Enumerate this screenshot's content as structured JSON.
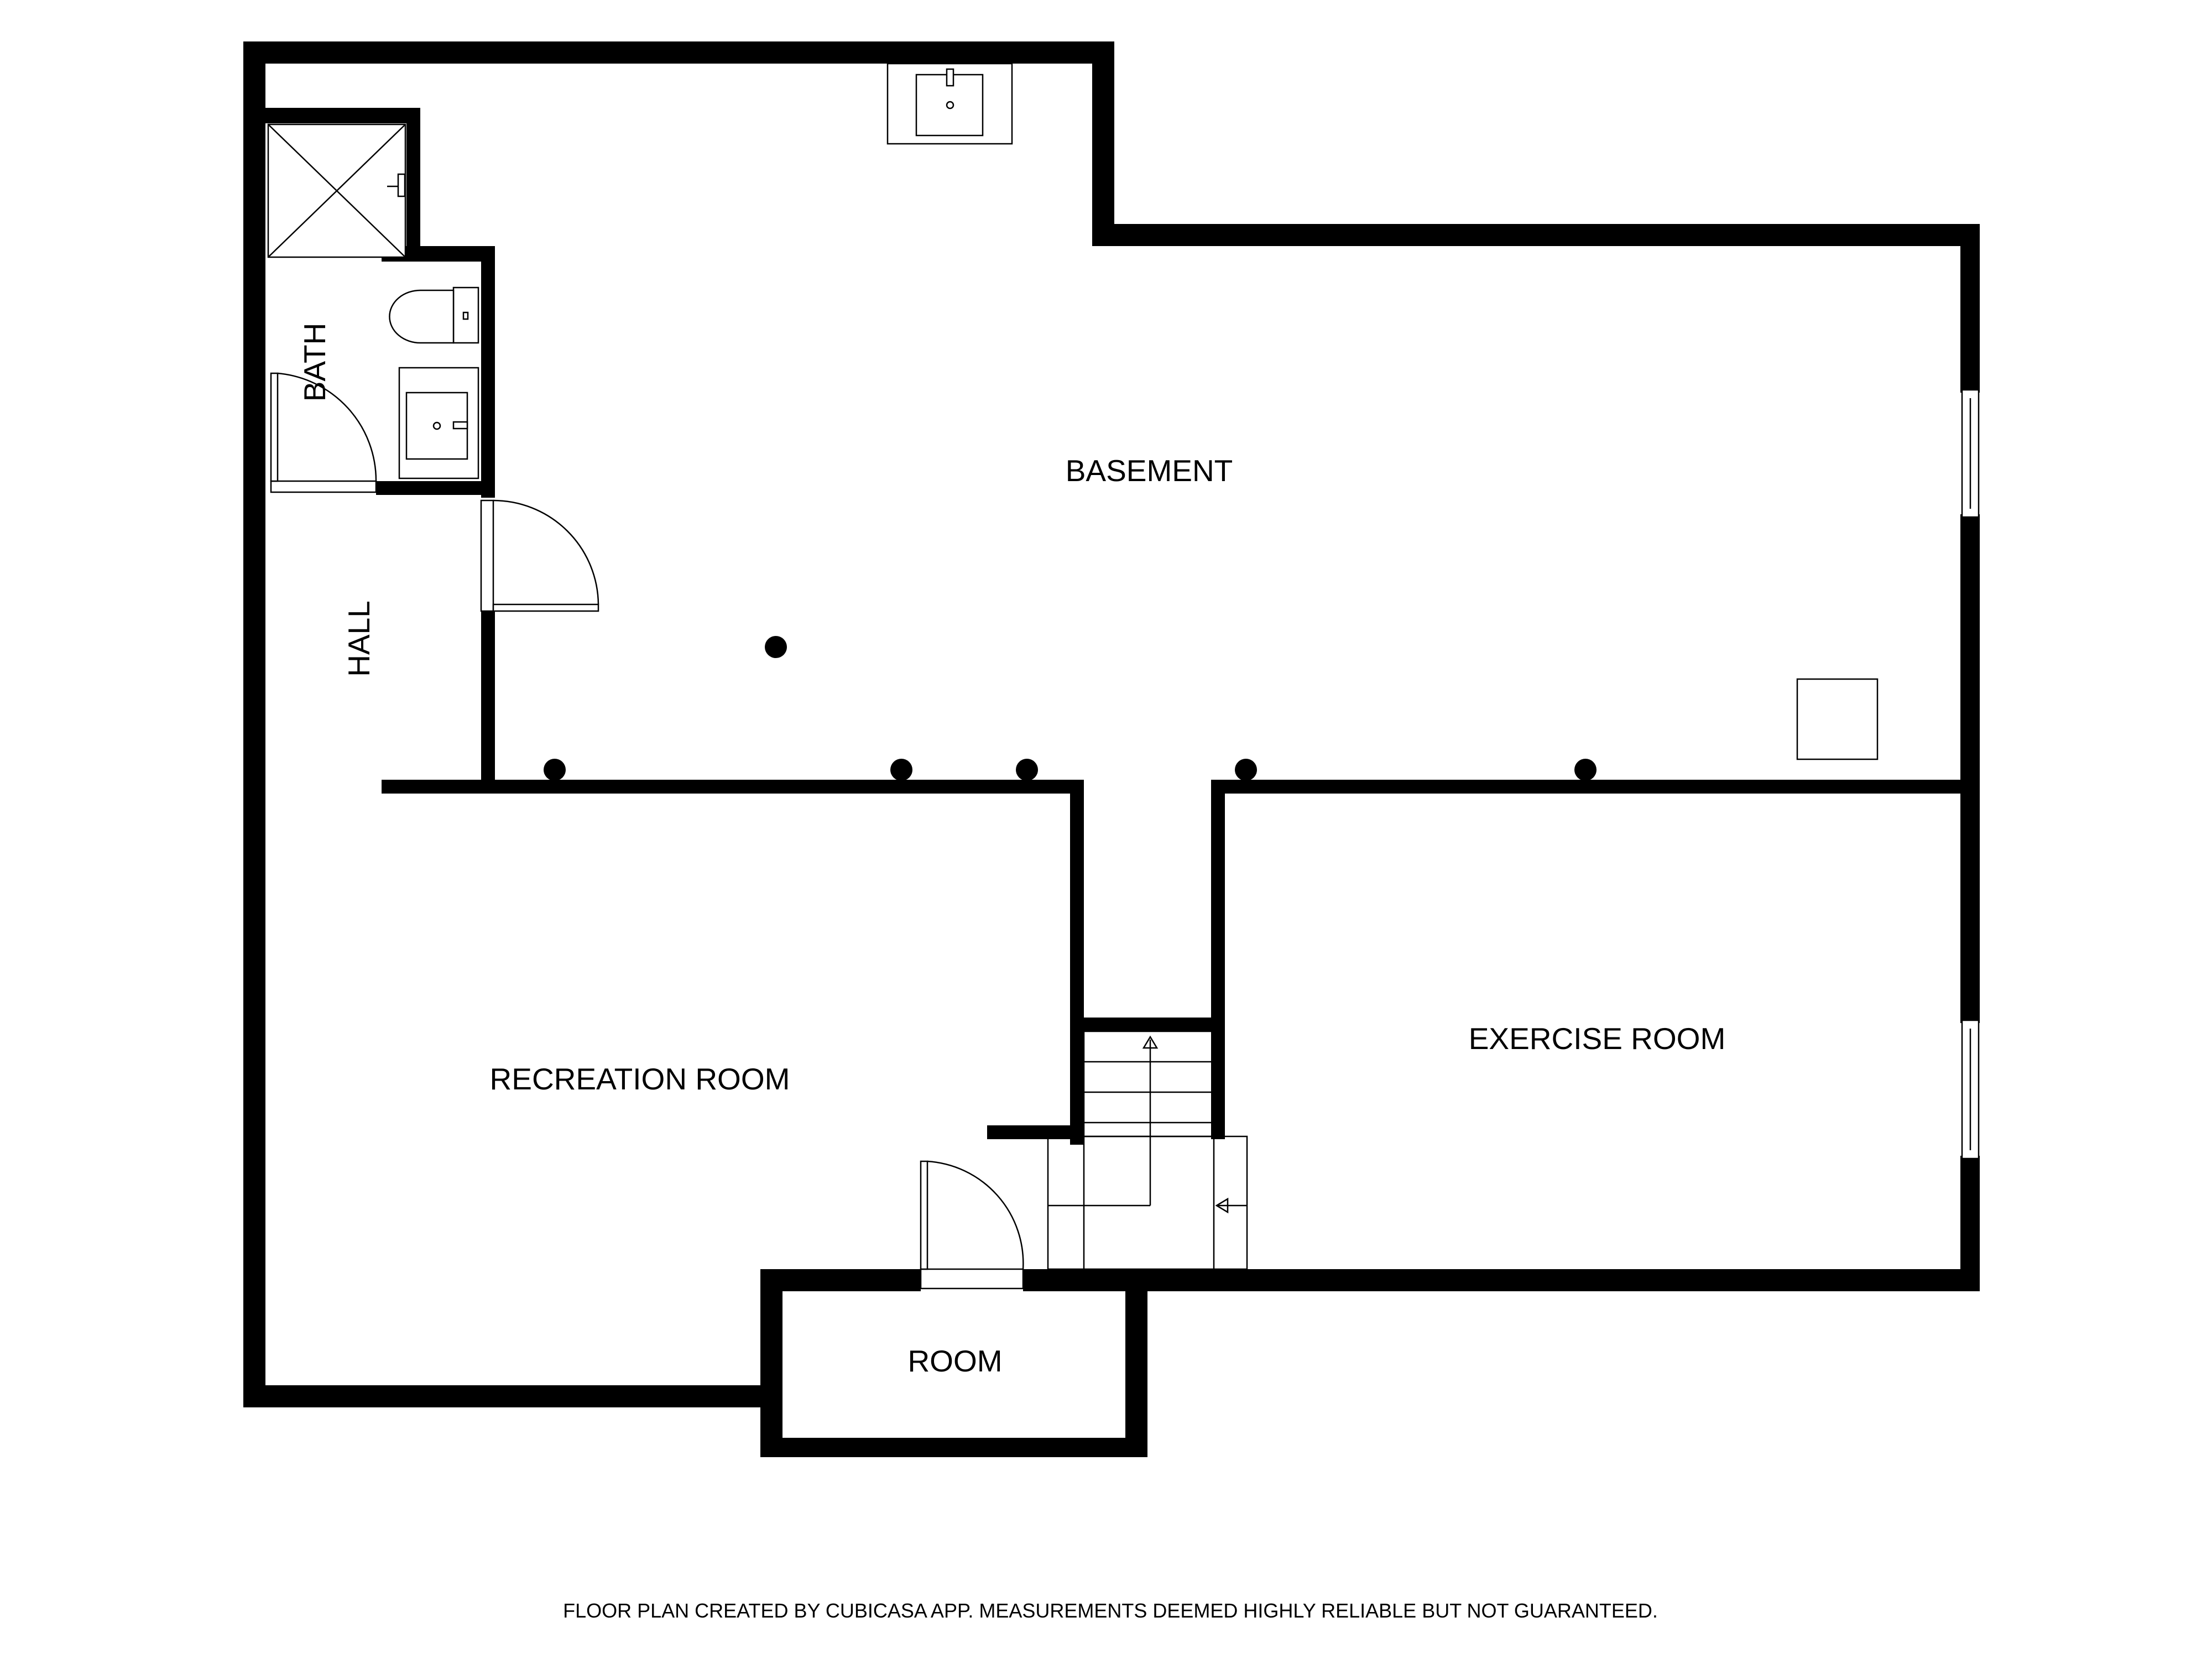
{
  "floor_plan": {
    "rooms": {
      "basement": "BASEMENT",
      "bath": "BATH",
      "hall": "HALL",
      "recreation_room": "RECREATION ROOM",
      "exercise_room": "EXERCISE ROOM",
      "room": "ROOM"
    },
    "footer_note": "FLOOR PLAN CREATED BY CUBICASA APP. MEASUREMENTS DEEMED HIGHLY RELIABLE BUT NOT GUARANTEED.",
    "colors": {
      "wall": "#000000",
      "background": "#ffffff"
    }
  }
}
